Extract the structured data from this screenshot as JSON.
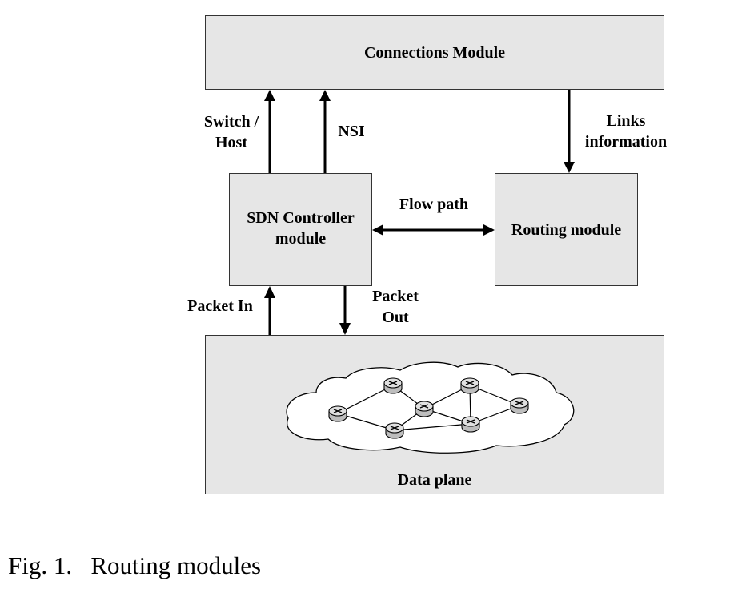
{
  "modules": {
    "connections": "Connections Module",
    "sdn_line1": "SDN Controller",
    "sdn_line2": "module",
    "routing": "Routing module",
    "data_plane": "Data plane"
  },
  "edges": {
    "switch_host_line1": "Switch /",
    "switch_host_line2": "Host",
    "nsi": "NSI",
    "links_line1": "Links",
    "links_line2": "information",
    "flow_path": "Flow path",
    "packet_in": "Packet In",
    "packet_out_line1": "Packet",
    "packet_out_line2": "Out"
  },
  "caption": {
    "number": "Fig. 1.",
    "text": "Routing modules"
  }
}
